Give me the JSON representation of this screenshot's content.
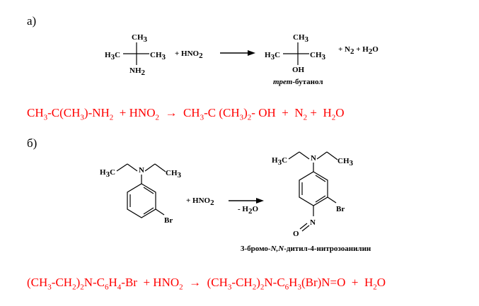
{
  "part_a": {
    "label": "а)",
    "caption_italic": "трет",
    "caption_rest": "-бутанол",
    "equation": {
      "lhs": "CH3-C(CH3)-NH2 + HNO2",
      "arrow": "→",
      "rhs": "CH3-C (CH3)2- OH + N2 + H2O"
    }
  },
  "part_b": {
    "label": "б)",
    "arrow_condition": "- H2O",
    "caption_prefix": "3-бромо-",
    "caption_italic": "N,N",
    "caption_suffix": "-дитил-4-нитрозоанилин",
    "equation": {
      "lhs": "(CH3-CH2)2N-C6H4-Br + HNO2",
      "arrow": "→",
      "rhs": "(CH3-CH2)2N-C6H3(Br)N=O + H2O"
    }
  },
  "colors": {
    "equation": "#ff0000",
    "text": "#000000"
  }
}
